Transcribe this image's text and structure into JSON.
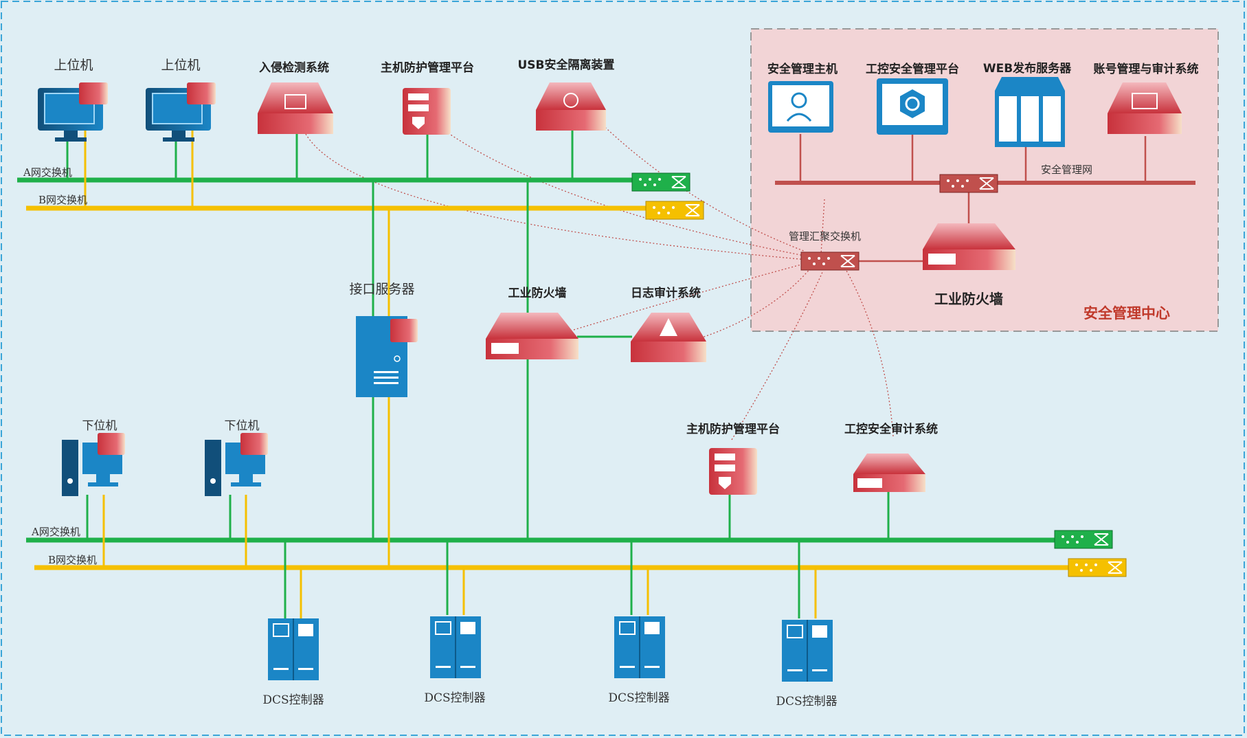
{
  "labels": {
    "host_pc_1": "上位机",
    "host_pc_2": "上位机",
    "ids": "入侵检测系统",
    "host_protect_top": "主机防护管理平台",
    "usb_isolation": "USB安全隔离装置",
    "sec_mgmt_host": "安全管理主机",
    "ics_sec_platform": "工控安全管理平台",
    "web_server": "WEB发布服务器",
    "account_audit": "账号管理与审计系统",
    "sec_mgmt_net": "安全管理网",
    "mgmt_agg_switch": "管理汇聚交换机",
    "firewall_center": "工业防火墙",
    "sec_center_title": "安全管理中心",
    "a_switch_top": "A网交换机",
    "b_switch_top": "B网交换机",
    "interface_server": "接口服务器",
    "firewall_mid": "工业防火墙",
    "log_audit": "日志审计系统",
    "host_protect_bottom": "主机防护管理平台",
    "ics_audit": "工控安全审计系统",
    "lower_pc_1": "下位机",
    "lower_pc_2": "下位机",
    "a_switch_bottom": "A网交换机",
    "b_switch_bottom": "B网交换机",
    "dcs_1": "DCS控制器",
    "dcs_2": "DCS控制器",
    "dcs_3": "DCS控制器",
    "dcs_4": "DCS控制器"
  },
  "colors": {
    "a_net": "#1fb04a",
    "b_net": "#f5c000",
    "mgmt_net": "#c0504d",
    "device_red": "#c8323c",
    "device_blue": "#1b86c6",
    "center_bg": "#f2d4d6"
  }
}
